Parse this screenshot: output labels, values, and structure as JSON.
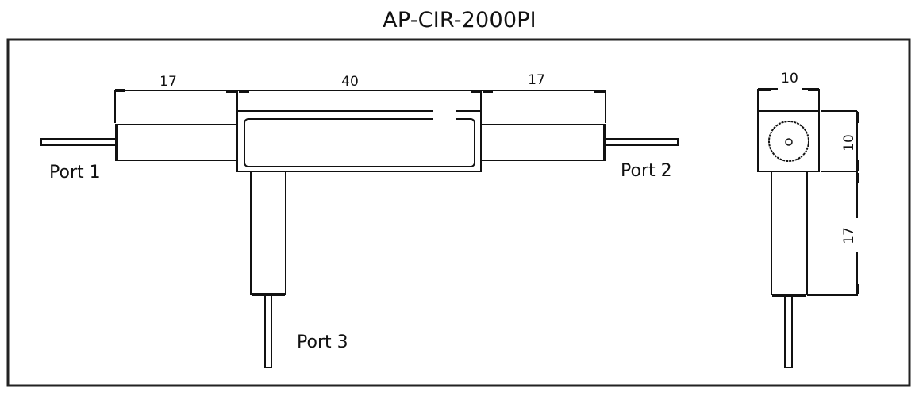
{
  "diagram": {
    "title": "AP-CIR-2000PI",
    "type": "mechanical drawing",
    "units_note": "",
    "front_view": {
      "dimensions": {
        "left_tube_length": "17",
        "center_body_length": "40",
        "right_tube_length": "17"
      },
      "ports": [
        {
          "id": "port-1",
          "label": "Port 1"
        },
        {
          "id": "port-2",
          "label": "Port 2"
        },
        {
          "id": "port-3",
          "label": "Port 3"
        }
      ]
    },
    "side_view": {
      "dimensions": {
        "width": "10",
        "height": "10",
        "tube_length": "17"
      }
    }
  }
}
